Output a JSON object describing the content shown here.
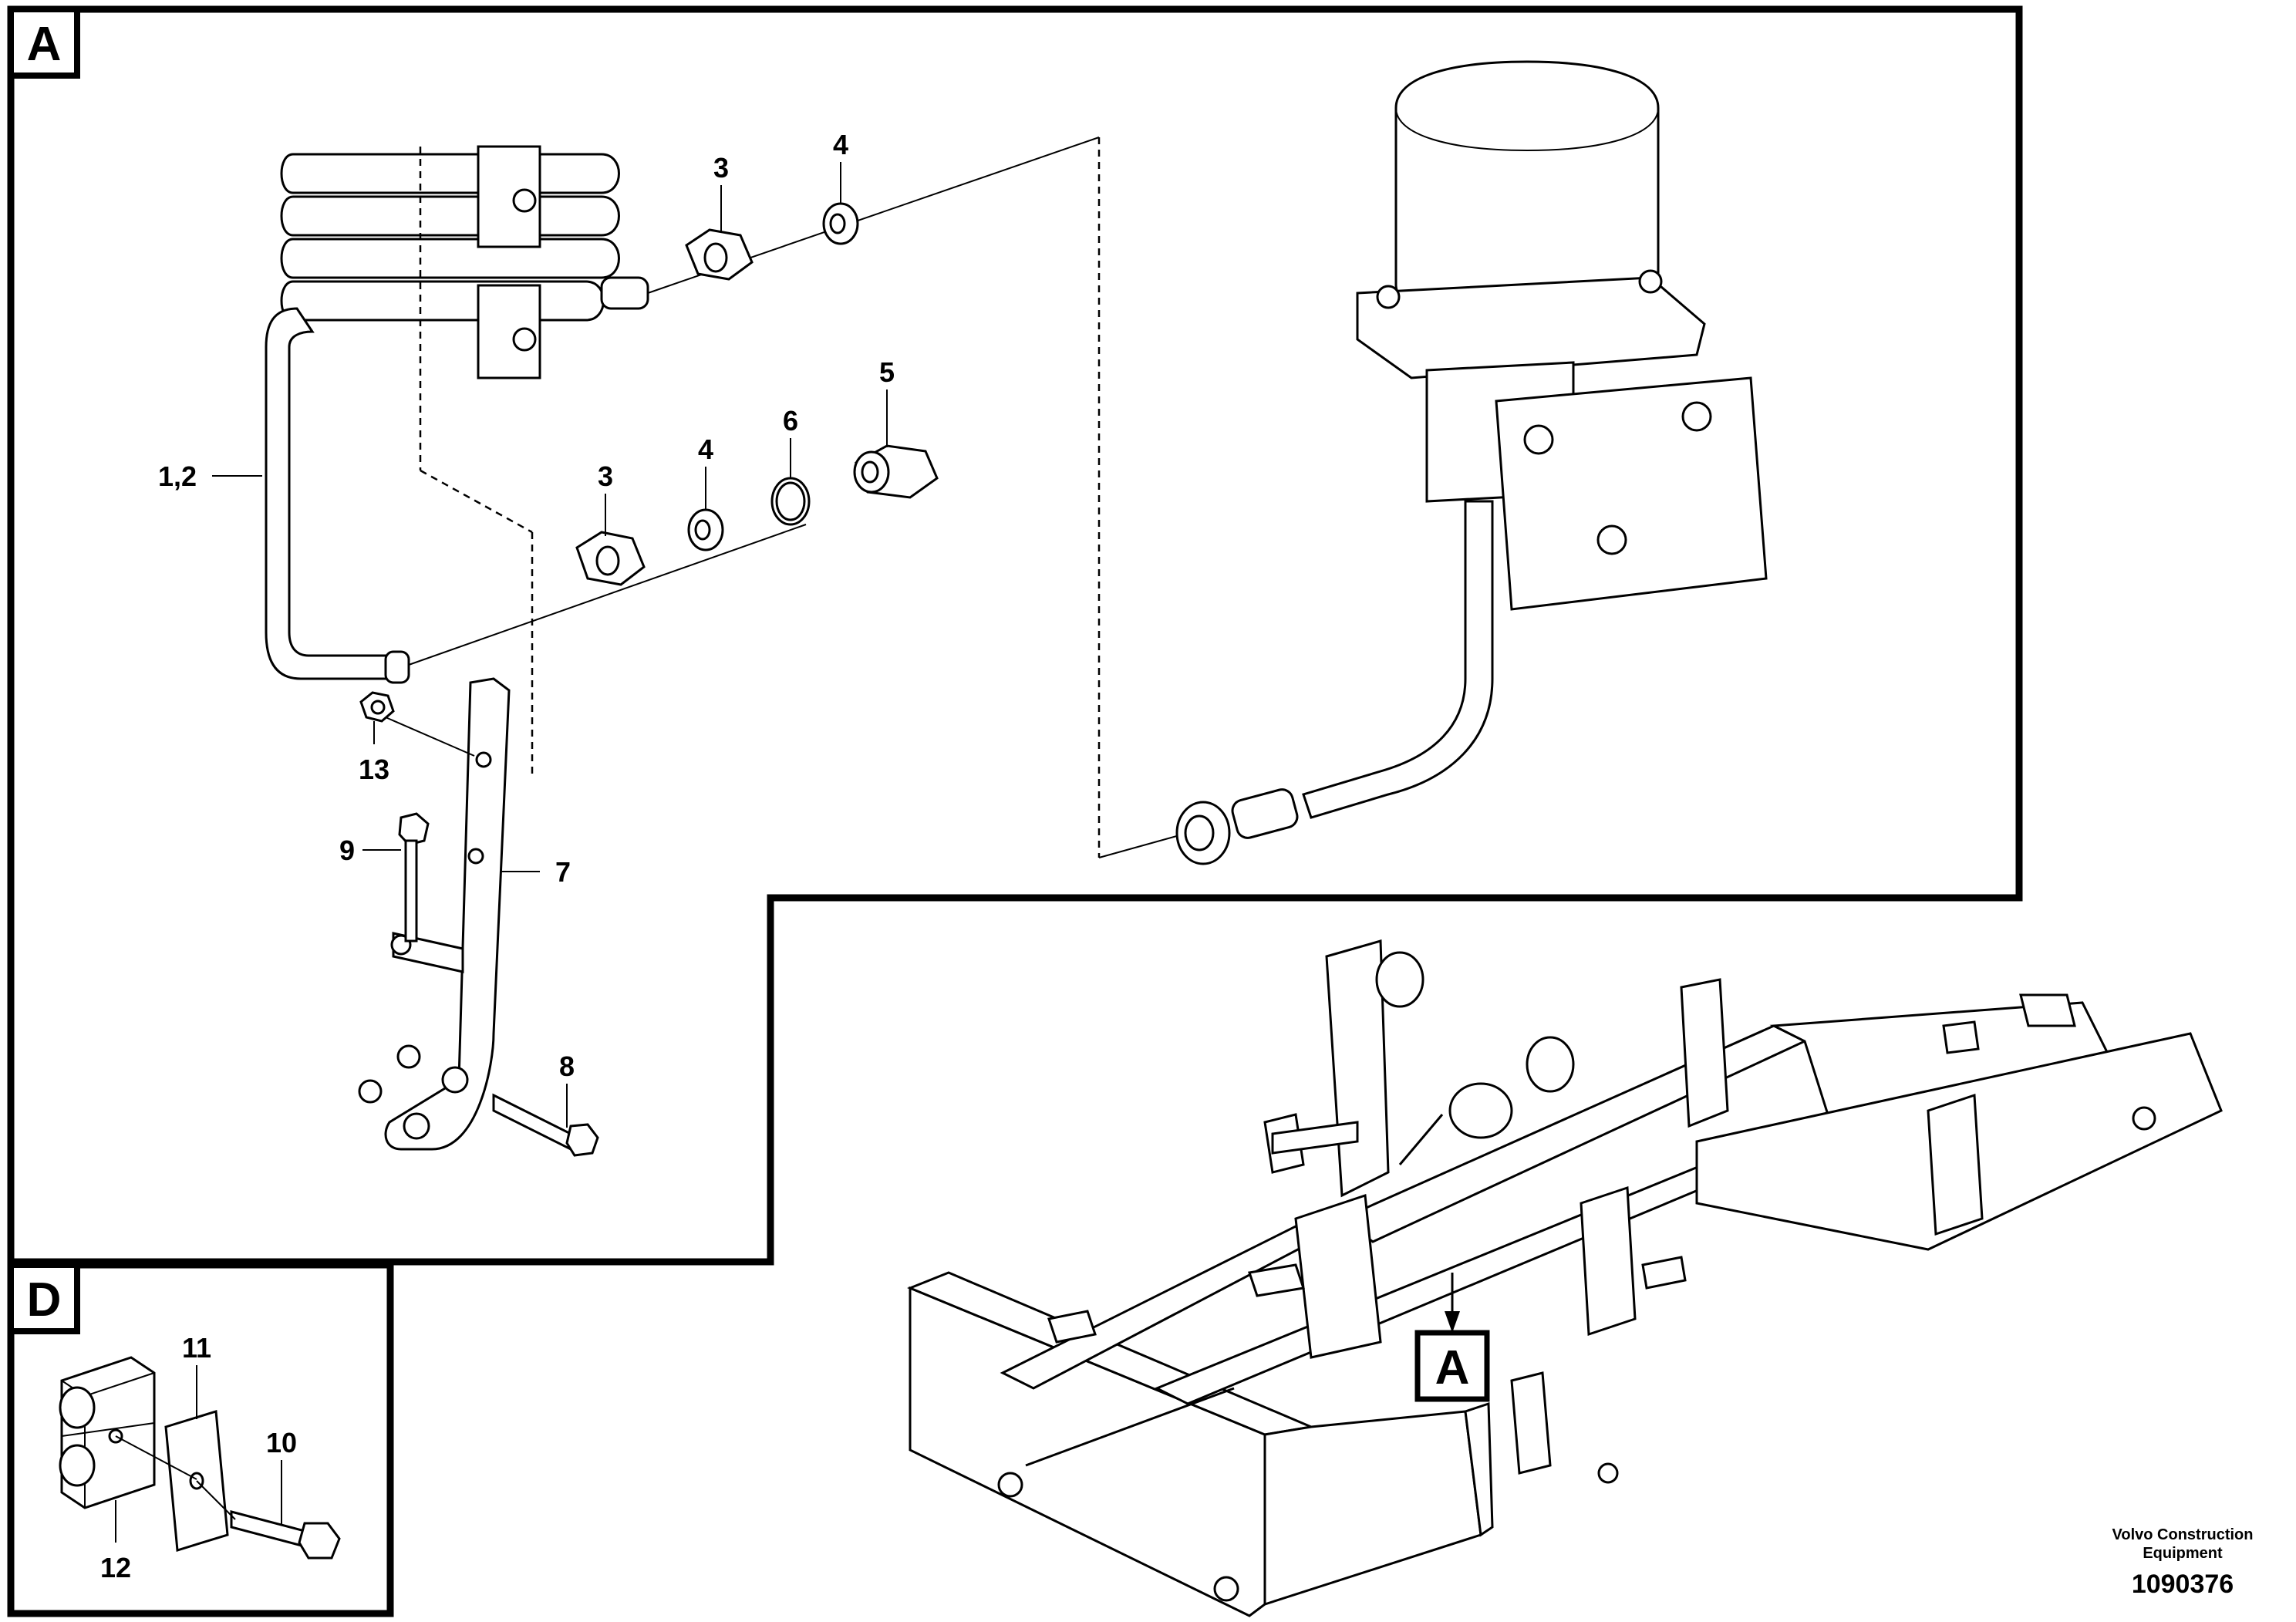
{
  "panels": {
    "a_tag": "A",
    "d_tag": "D",
    "overview_tag": "A"
  },
  "callouts": {
    "c12": "1,2",
    "c3_top": "3",
    "c4_top": "4",
    "c3_mid": "3",
    "c4_mid": "4",
    "c5": "5",
    "c6": "6",
    "c7": "7",
    "c8": "8",
    "c9": "9",
    "c13": "13",
    "c10": "10",
    "c11": "11",
    "c12b": "12"
  },
  "footer": {
    "maker_line1": "Volvo Construction",
    "maker_line2": "Equipment",
    "part_number": "1090376"
  }
}
